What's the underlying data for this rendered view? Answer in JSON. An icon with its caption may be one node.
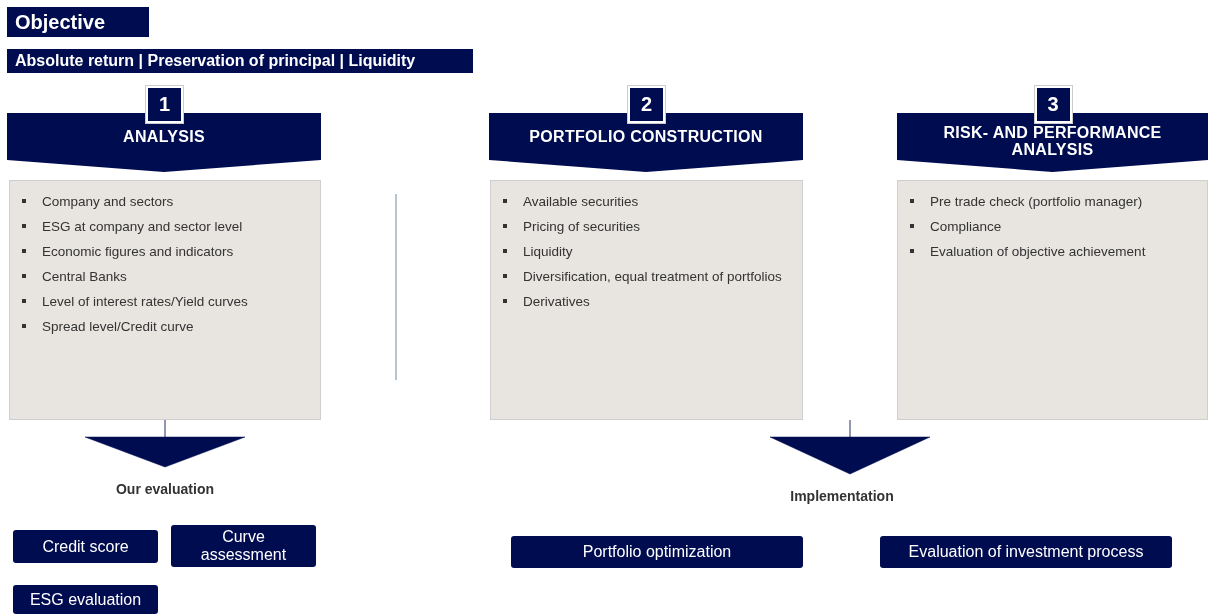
{
  "diagram": {
    "nodes": [
      {
        "text": [
          "Objective"
        ]
      },
      {
        "text": [
          "Absolute return | Preservation of principal | Liquidity"
        ]
      },
      {
        "text": [
          "1",
          "ANALYSIS"
        ]
      },
      {
        "text": [
          "2",
          "PORTFOLIO CONSTRUCTION"
        ]
      },
      {
        "text": [
          "3",
          "RISK- AND PERFORMANCE ANALYSIS"
        ]
      },
      {
        "text": [
          "Company and sectors",
          "ESG at company and sector level",
          "Economic figures and indicators",
          "Central Banks",
          "Level of interest rates/Yield curves",
          "Spread level/Credit curve"
        ]
      },
      {
        "text": [
          "Available securities",
          "Pricing of securities",
          "Liquidity",
          "Diversification, equal treatment of portfolios",
          "Derivatives"
        ]
      },
      {
        "text": [
          "Pre trade check (portfolio manager)",
          "Compliance",
          "Evaluation of objective achievement"
        ]
      },
      {
        "text": [
          "Our evaluation"
        ]
      },
      {
        "text": [
          "Implementation"
        ]
      },
      {
        "text": [
          "Credit score"
        ]
      },
      {
        "text": [
          "Curve assessment"
        ]
      },
      {
        "text": [
          "ESG evaluation"
        ]
      },
      {
        "text": [
          "Portfolio optimization"
        ]
      },
      {
        "text": [
          "Evaluation of investment process"
        ]
      }
    ],
    "edges": [
      {
        "from": 5,
        "to": 8,
        "arrow": "to"
      },
      {
        "from": 6,
        "to": 9,
        "arrow": "to"
      },
      {
        "from": 7,
        "to": 9,
        "arrow": "to"
      }
    ]
  }
}
